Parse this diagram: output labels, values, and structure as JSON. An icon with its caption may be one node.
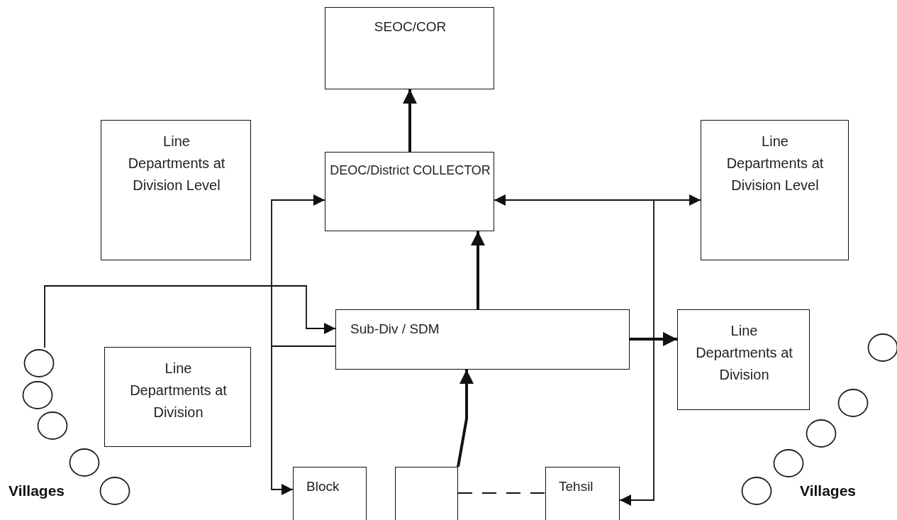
{
  "diagram": {
    "nodes": [
      {
        "text": [
          "SEOC/COR"
        ]
      },
      {
        "text": [
          "Line Departments at Division Level"
        ]
      },
      {
        "text": [
          "DEOC/District COLLECTOR"
        ]
      },
      {
        "text": [
          "Line Departments at Division Level"
        ]
      },
      {
        "text": [
          "Sub-Div / SDM"
        ]
      },
      {
        "text": [
          "Line Departments at Division"
        ]
      },
      {
        "text": [
          "Line Departments at Division"
        ]
      },
      {
        "text": [
          "Block"
        ]
      },
      {
        "text": [],
        "shape": "box"
      },
      {
        "text": [
          "Tehsil"
        ]
      },
      {
        "text": [],
        "shape": "circle"
      },
      {
        "text": [],
        "shape": "circle"
      },
      {
        "text": [],
        "shape": "circle"
      },
      {
        "text": [],
        "shape": "circle"
      },
      {
        "text": [],
        "shape": "circle"
      },
      {
        "text": [],
        "shape": "circle"
      },
      {
        "text": [],
        "shape": "circle"
      },
      {
        "text": [],
        "shape": "circle"
      },
      {
        "text": [],
        "shape": "circle"
      },
      {
        "text": [],
        "shape": "circle"
      }
    ],
    "edges": [
      {
        "from": 2,
        "to": 0,
        "arrow": "to",
        "style": "thick"
      },
      {
        "from": 4,
        "to": 2,
        "arrow": "to",
        "style": "thick"
      },
      {
        "from": 8,
        "to": 4,
        "arrow": "to",
        "style": "thick"
      },
      {
        "from": 4,
        "to": 2,
        "arrow": "to"
      },
      {
        "from": 4,
        "to": 7,
        "arrow": "to"
      },
      {
        "from": 10,
        "to": 4,
        "arrow": "to"
      },
      {
        "from": 2,
        "to": 3,
        "arrow": "both"
      },
      {
        "from": 2,
        "to": 9,
        "arrow": "to"
      },
      {
        "from": 4,
        "to": 5,
        "arrow": "to",
        "style": "thick"
      },
      {
        "from": 8,
        "to": 9,
        "arrow": "none",
        "style": "dashed"
      }
    ],
    "labels": [
      "Villages",
      "Villages"
    ]
  }
}
